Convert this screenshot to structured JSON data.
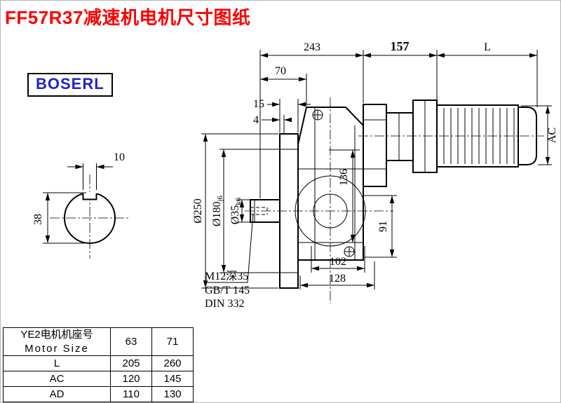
{
  "title": "FF57R37减速机电机尺寸图纸",
  "brand": "BOSERL",
  "dims": {
    "top_243": "243",
    "top_157": "157",
    "top_L": "L",
    "top_70": "70",
    "top_15": "15",
    "top_4": "4",
    "left_d250": "Ø250",
    "left_d180_main": "Ø180",
    "left_d180_tol": "j6",
    "left_d35_main": "Ø35",
    "left_d35_tol": "k6",
    "inner_136": "136",
    "inner_91": "91",
    "bottom_102": "102",
    "bottom_128": "128",
    "right_AC": "AC",
    "key_10": "10",
    "shaft_38": "38"
  },
  "notes": {
    "tap": "M12深35",
    "std1": "GB/T 145",
    "std2": "DIN 332"
  },
  "table": {
    "header_cn": "YE2电机机座号",
    "header_en": "Motor Size",
    "sizes": [
      "63",
      "71"
    ],
    "rows": [
      {
        "label": "L",
        "v63": "205",
        "v71": "260"
      },
      {
        "label": "AC",
        "v63": "120",
        "v71": "145"
      },
      {
        "label": "AD",
        "v63": "110",
        "v71": "130"
      }
    ]
  }
}
